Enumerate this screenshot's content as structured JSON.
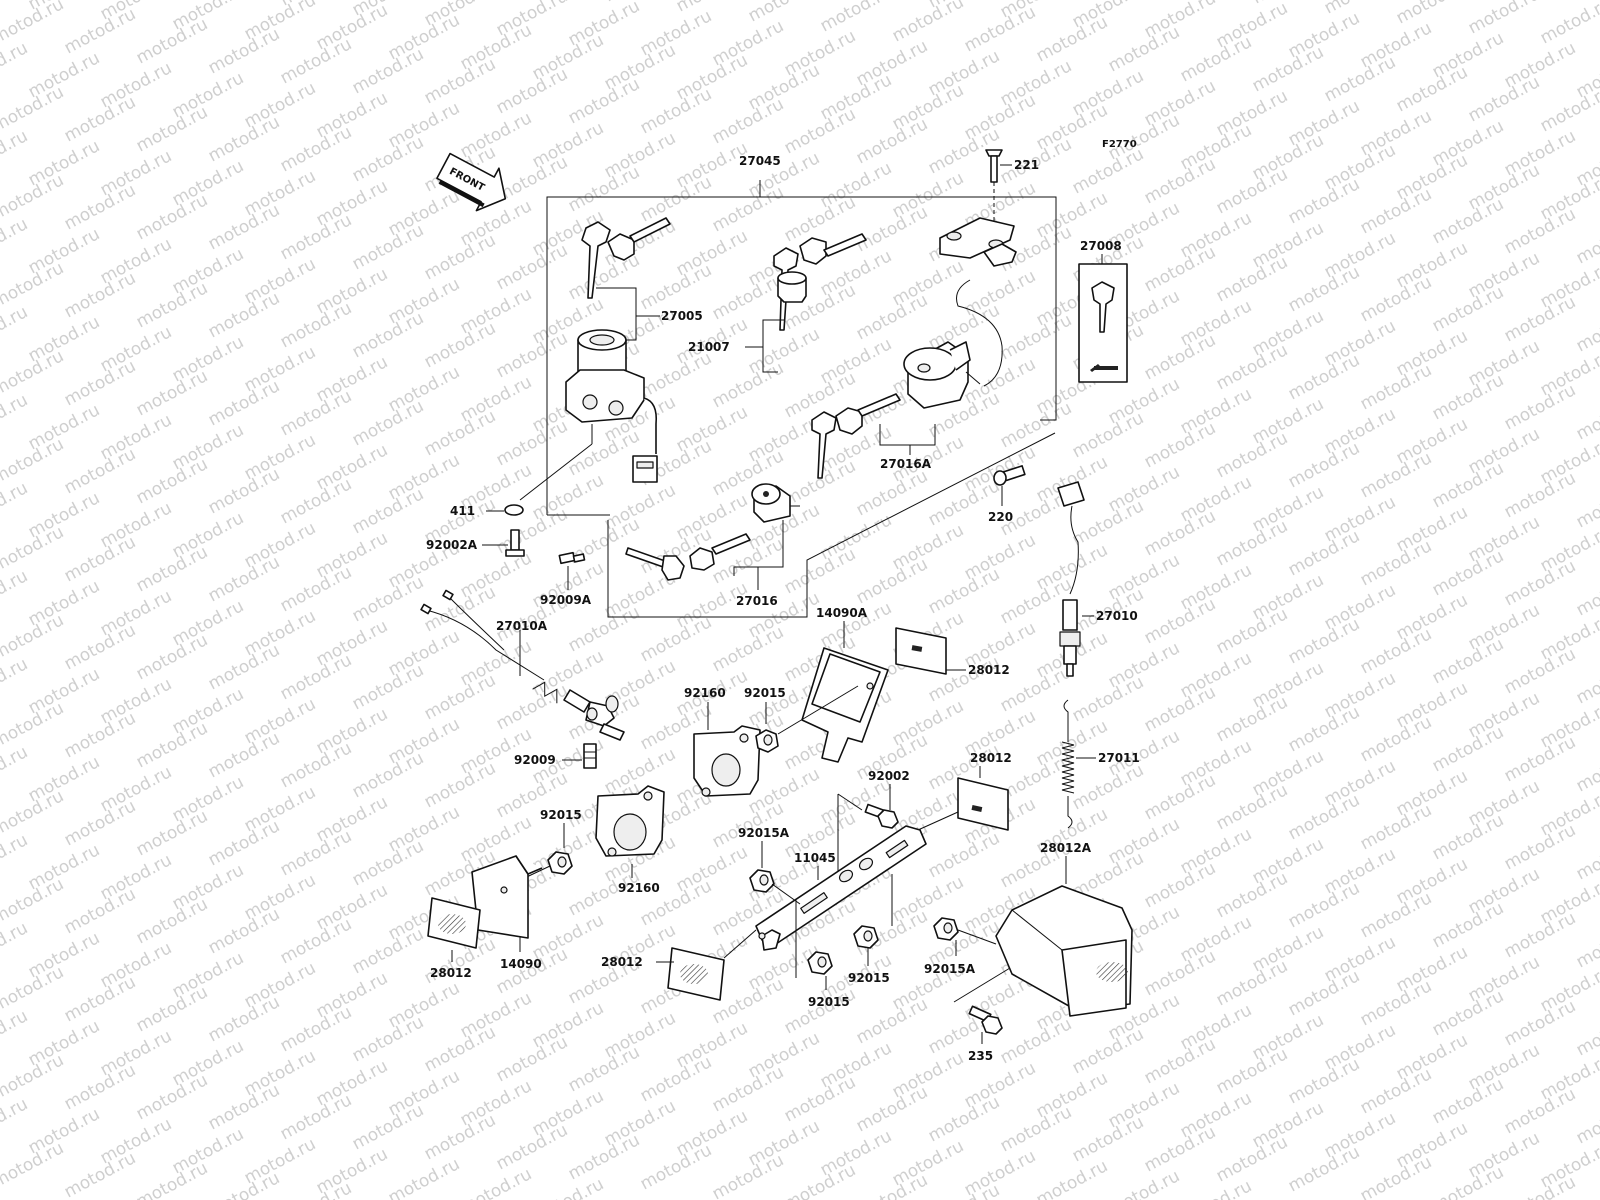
{
  "figure_code": "F2770",
  "front_marker": "FRONT",
  "watermark": "motod.ru",
  "labels": {
    "p27045": "27045",
    "p221": "221",
    "p27008": "27008",
    "p27005": "27005",
    "p21007": "21007",
    "p27016A": "27016A",
    "p411": "411",
    "p92002A": "92002A",
    "p92009A": "92009A",
    "p27016": "27016",
    "p220": "220",
    "p27010A": "27010A",
    "p14090A": "14090A",
    "p27010": "27010",
    "p28012_a": "28012",
    "p92160_a": "92160",
    "p92015_a": "92015",
    "p92009": "92009",
    "p27011": "27011",
    "p28012_b": "28012",
    "p92002": "92002",
    "p92015_b": "92015",
    "p92015A": "92015A",
    "p11045": "11045",
    "p28012A": "28012A",
    "p92160_b": "92160",
    "p28012_c": "28012",
    "p14090": "14090",
    "p28012_d": "28012",
    "p92015_c": "92015",
    "p92015_d": "92015",
    "p92015A_b": "92015A",
    "p235": "235"
  }
}
